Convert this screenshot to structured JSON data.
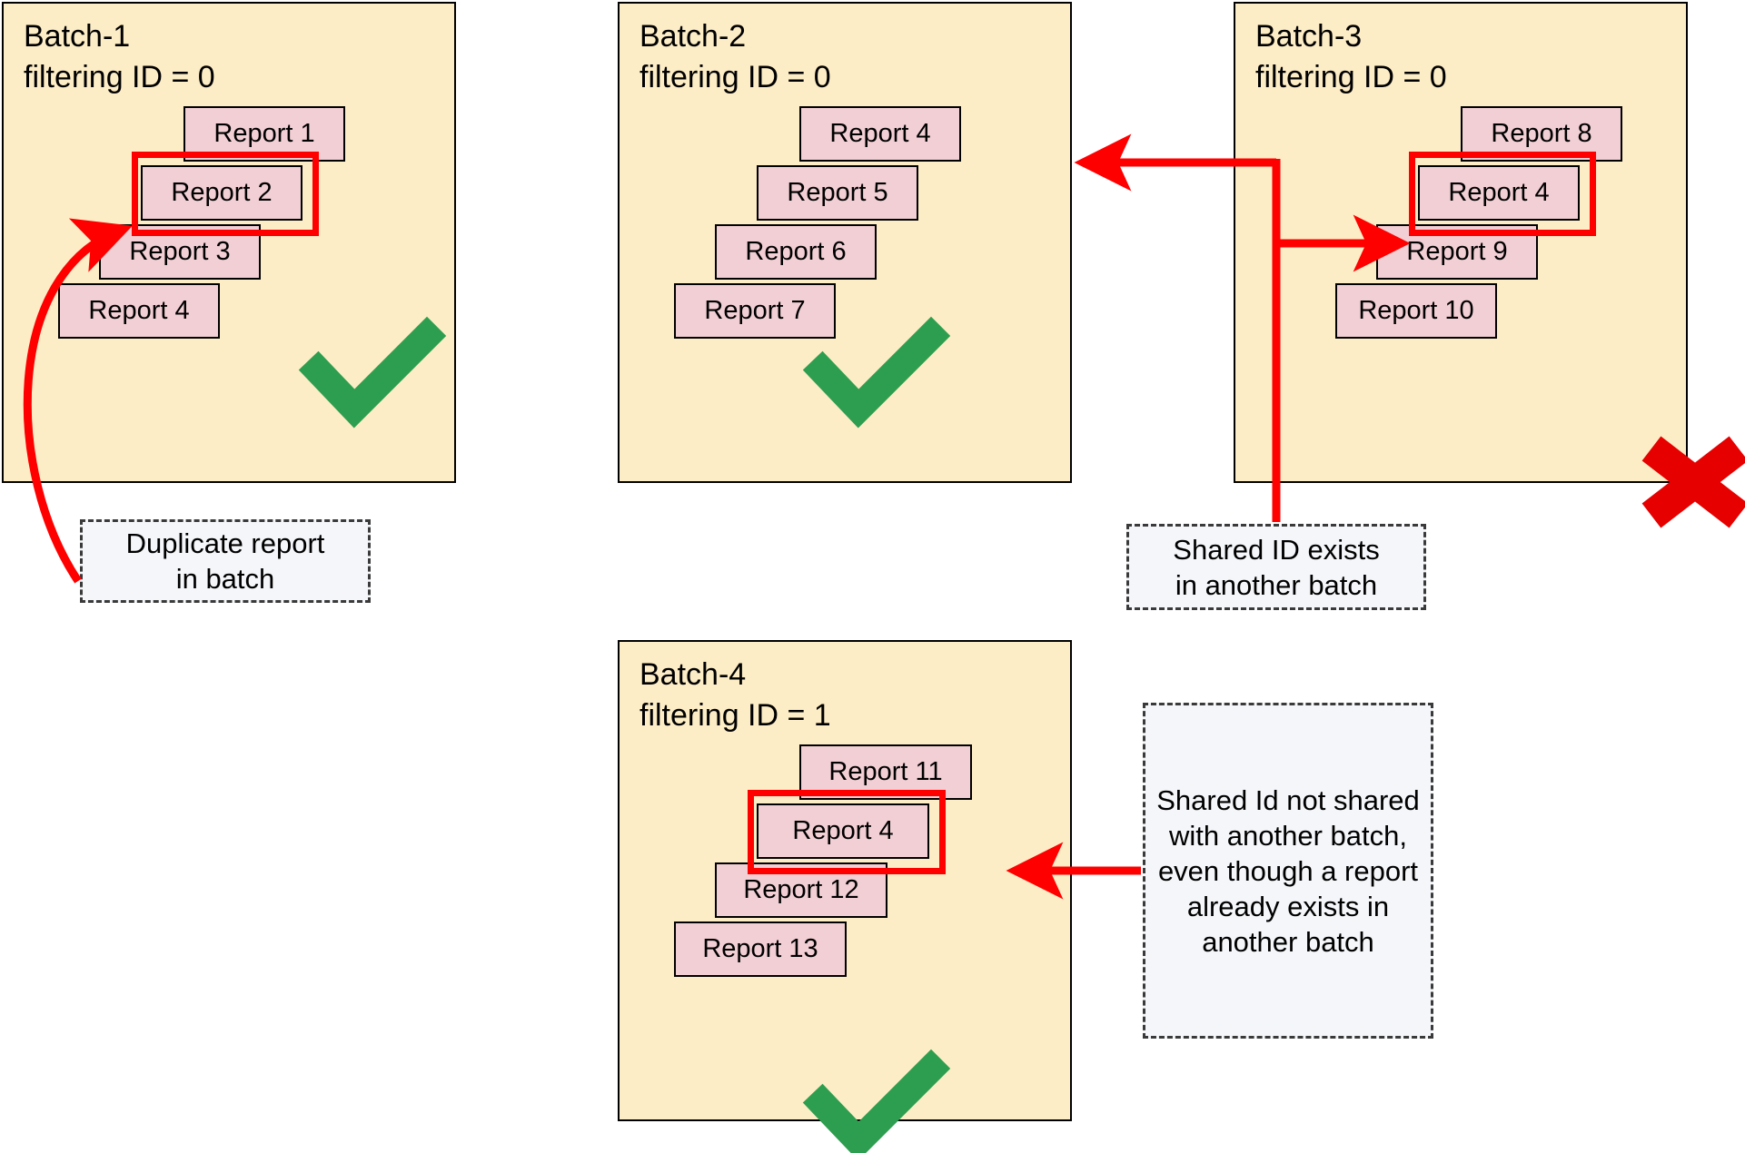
{
  "colors": {
    "batch_fill": "#fdedc6",
    "batch_border": "#000000",
    "card_fill": "#f2cfd4",
    "card_border": "#000000",
    "highlight": "#ff0000",
    "arrow": "#ff0000",
    "check": "#2d9e4f",
    "cross": "#e60000",
    "callout_fill": "#f4f6f9",
    "callout_border": "#3a3a3a"
  },
  "batches": [
    {
      "id": "batch-1",
      "title": "Batch-1",
      "subtitle": "filtering ID = 0",
      "status": "valid",
      "status_icon": "check-icon",
      "cards": [
        {
          "label": "Report 1",
          "highlighted": false
        },
        {
          "label": "Report 2",
          "highlighted": true
        },
        {
          "label": "Report 3",
          "highlighted": false
        },
        {
          "label": "Report 4",
          "highlighted": false
        }
      ]
    },
    {
      "id": "batch-2",
      "title": "Batch-2",
      "subtitle": "filtering ID = 0",
      "status": "valid",
      "status_icon": "check-icon",
      "cards": [
        {
          "label": "Report 4",
          "highlighted": false
        },
        {
          "label": "Report 5",
          "highlighted": false
        },
        {
          "label": "Report 6",
          "highlighted": false
        },
        {
          "label": "Report 7",
          "highlighted": false
        }
      ]
    },
    {
      "id": "batch-3",
      "title": "Batch-3",
      "subtitle": "filtering ID = 0",
      "status": "invalid",
      "status_icon": "cross-icon",
      "cards": [
        {
          "label": "Report 8",
          "highlighted": false
        },
        {
          "label": "Report 4",
          "highlighted": true
        },
        {
          "label": "Report 9",
          "highlighted": false
        },
        {
          "label": "Report 10",
          "highlighted": false
        }
      ]
    },
    {
      "id": "batch-4",
      "title": "Batch-4",
      "subtitle": "filtering ID = 1",
      "status": "valid",
      "status_icon": "check-icon",
      "cards": [
        {
          "label": "Report 11",
          "highlighted": false
        },
        {
          "label": "Report 4",
          "highlighted": true
        },
        {
          "label": "Report 12",
          "highlighted": false
        },
        {
          "label": "Report 13",
          "highlighted": false
        }
      ]
    }
  ],
  "callouts": [
    {
      "id": "duplicate-report-callout",
      "line1": "Duplicate report",
      "line2": "in batch",
      "text": "Duplicate report in batch"
    },
    {
      "id": "shared-id-exists-callout",
      "line1": "Shared ID exists",
      "line2": "in another batch",
      "text": "Shared ID exists in another batch"
    },
    {
      "id": "shared-id-not-shared-callout",
      "text": "Shared Id not shared with another batch, even though a report already exists in another batch"
    }
  ]
}
